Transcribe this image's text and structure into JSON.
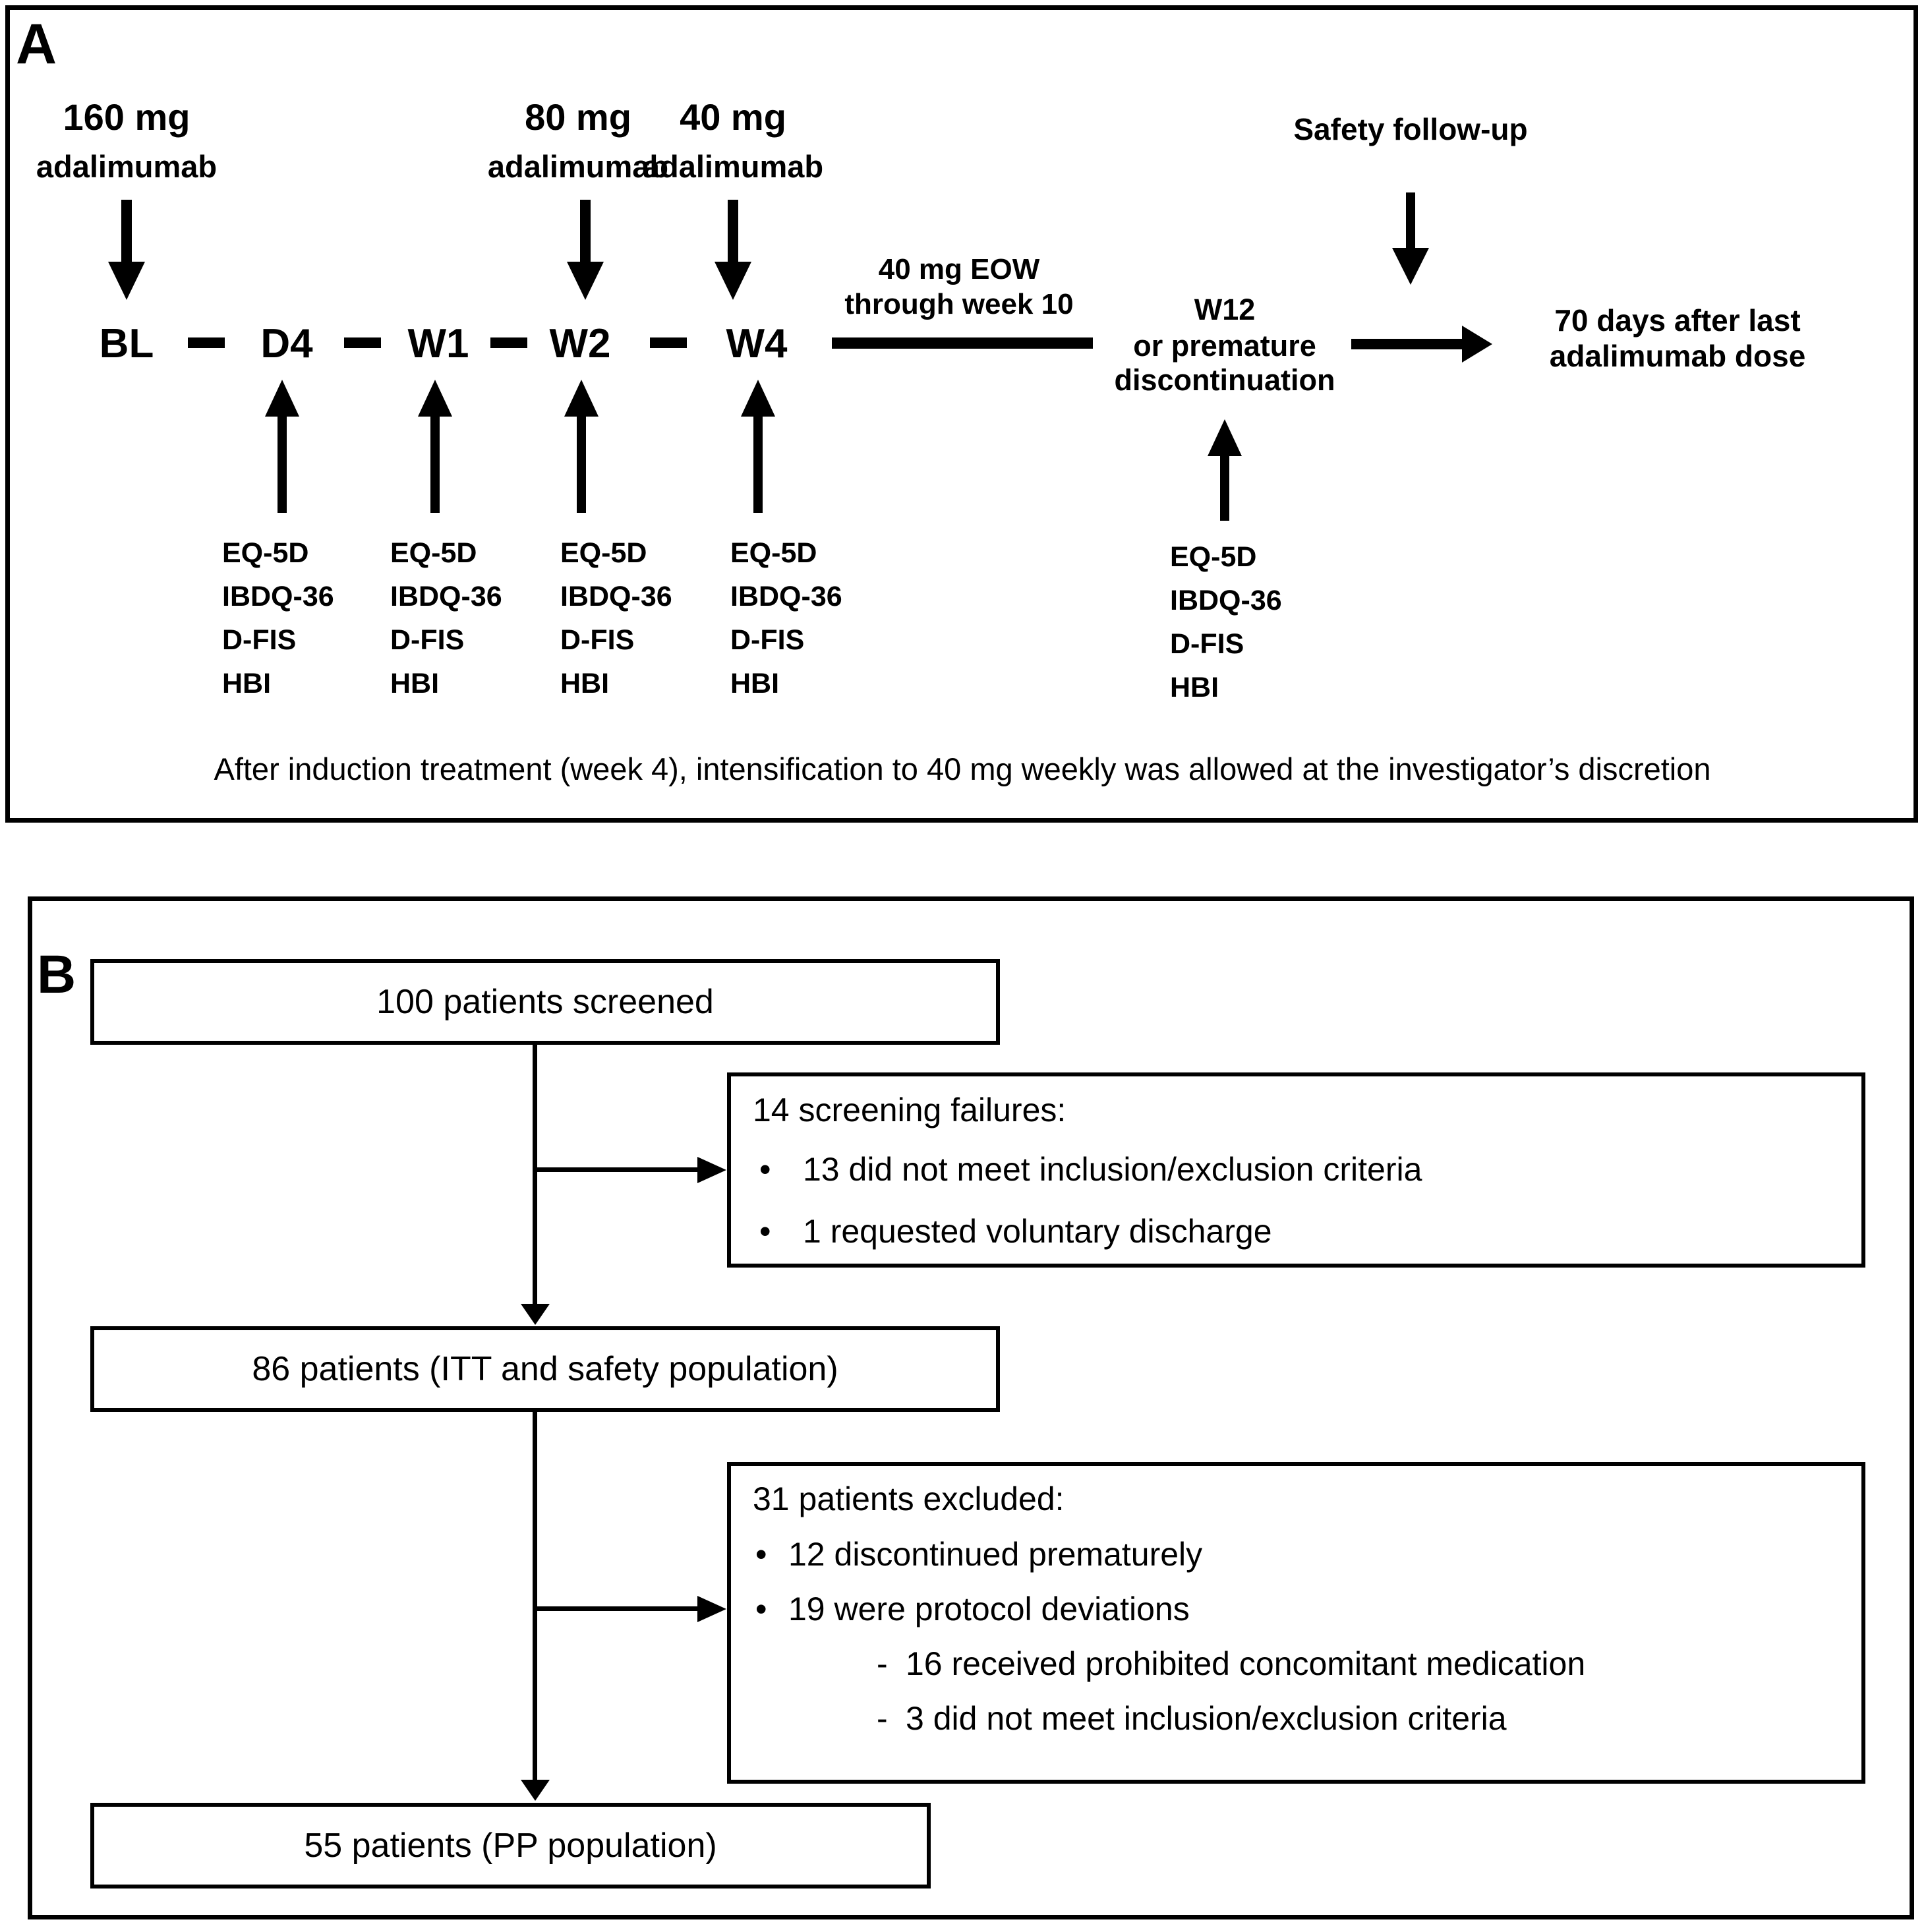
{
  "panel_a": {
    "label": "A",
    "doses": [
      {
        "amount": "160 mg",
        "drug": "adalimumab"
      },
      {
        "amount": "80 mg",
        "drug": "adalimumab"
      },
      {
        "amount": "40 mg",
        "drug": "adalimumab"
      }
    ],
    "timeline": [
      "BL",
      "D4",
      "W1",
      "W2",
      "W4"
    ],
    "eow_note": [
      "40 mg EOW",
      "through week 10"
    ],
    "w12_label": [
      "W12",
      "or premature",
      "discontinuation"
    ],
    "safety_followup": "Safety follow-up",
    "endpoint": [
      "70 days after last",
      "adalimumab dose"
    ],
    "assessments": [
      "EQ-5D",
      "IBDQ-36",
      "D-FIS",
      "HBI"
    ],
    "footnote": "After induction treatment (week 4), intensification to 40 mg weekly was allowed at the investigator’s discretion"
  },
  "panel_b": {
    "label": "B",
    "boxes": {
      "screened": "100 patients screened",
      "itt": "86 patients (ITT and safety population)",
      "pp": "55 patients (PP population)"
    },
    "screening_failures": {
      "title": "14 screening failures:",
      "bullet_char": "•",
      "bullets": [
        "13 did not meet inclusion/exclusion criteria",
        "1 requested voluntary discharge"
      ]
    },
    "excluded": {
      "title": "31 patients excluded:",
      "bullet_char": "•",
      "dash_char": "-",
      "bullets": [
        "12 discontinued prematurely",
        "19 were protocol deviations"
      ],
      "sub_bullets": [
        "16 received prohibited concomitant medication",
        "3 did not meet inclusion/exclusion criteria"
      ]
    }
  }
}
